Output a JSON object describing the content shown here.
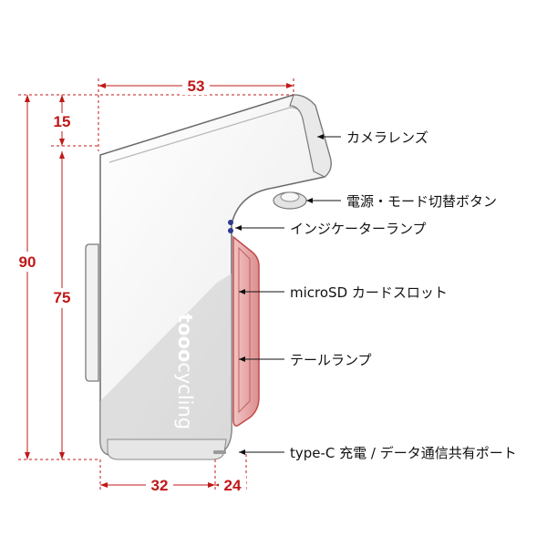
{
  "dimensions": {
    "width_top": "53",
    "height_total": "90",
    "height_upper": "15",
    "height_lower": "75",
    "depth_body": "32",
    "depth_base": "24"
  },
  "callouts": {
    "camera_lens": "カメラレンズ",
    "power_mode_button": "電源・モード切替ボタン",
    "indicator_lamp": "インジケーターランプ",
    "microsd_slot": "microSD カードスロット",
    "tail_lamp": "テールランプ",
    "usb_port": "type-C 充電 / データ通信共有ポート"
  },
  "brand": {
    "bold": "tooo",
    "light": "cycling"
  },
  "colors": {
    "dimension": "#c01818",
    "tail_lamp_fill": "#e7a9a9",
    "tail_lamp_stroke": "#c24a4a",
    "indicator": "#2f3a8f",
    "outline": "#6b6b6b"
  }
}
